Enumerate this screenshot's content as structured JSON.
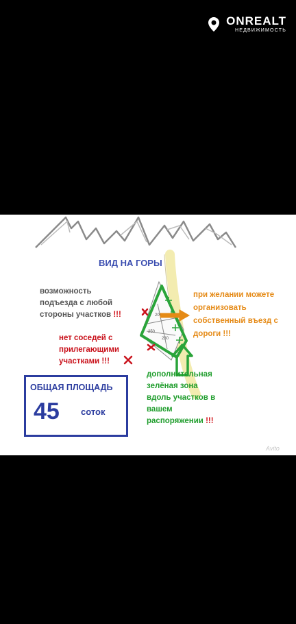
{
  "logo": {
    "main": "ONREALT",
    "sub": "НЕДВИЖИМОСТЬ",
    "icon": "location-pin-icon"
  },
  "image": {
    "view_label": "ВИД НА ГОРЫ",
    "access_lines": [
      "возможность",
      "подъезда с любой",
      "стороны участков"
    ],
    "access_exclaim": "!!!",
    "no_neighbors_lines": [
      "нет соседей с",
      "прилегающими",
      "участками !!!"
    ],
    "entry_lines": [
      "при желании можете",
      "организовать",
      "собственный въезд с",
      "дороги !!!"
    ],
    "green_lines": [
      "дополнительная",
      "зелёная зона",
      "вдоль участков в",
      "вашем"
    ],
    "green_last": "распоряжении",
    "green_exclaim": "!!!",
    "area_title": "ОБЩАЯ ПЛОЩАДЬ",
    "area_value": "45",
    "area_unit": "соток",
    "plot_labels": [
      "200",
      "250",
      "230"
    ],
    "watermark": "Avito",
    "colors": {
      "blue": "#2b3c9f",
      "red": "#c9111b",
      "orange": "#e58a16",
      "green": "#1f9d2c",
      "road": "#f3ecb0"
    }
  }
}
